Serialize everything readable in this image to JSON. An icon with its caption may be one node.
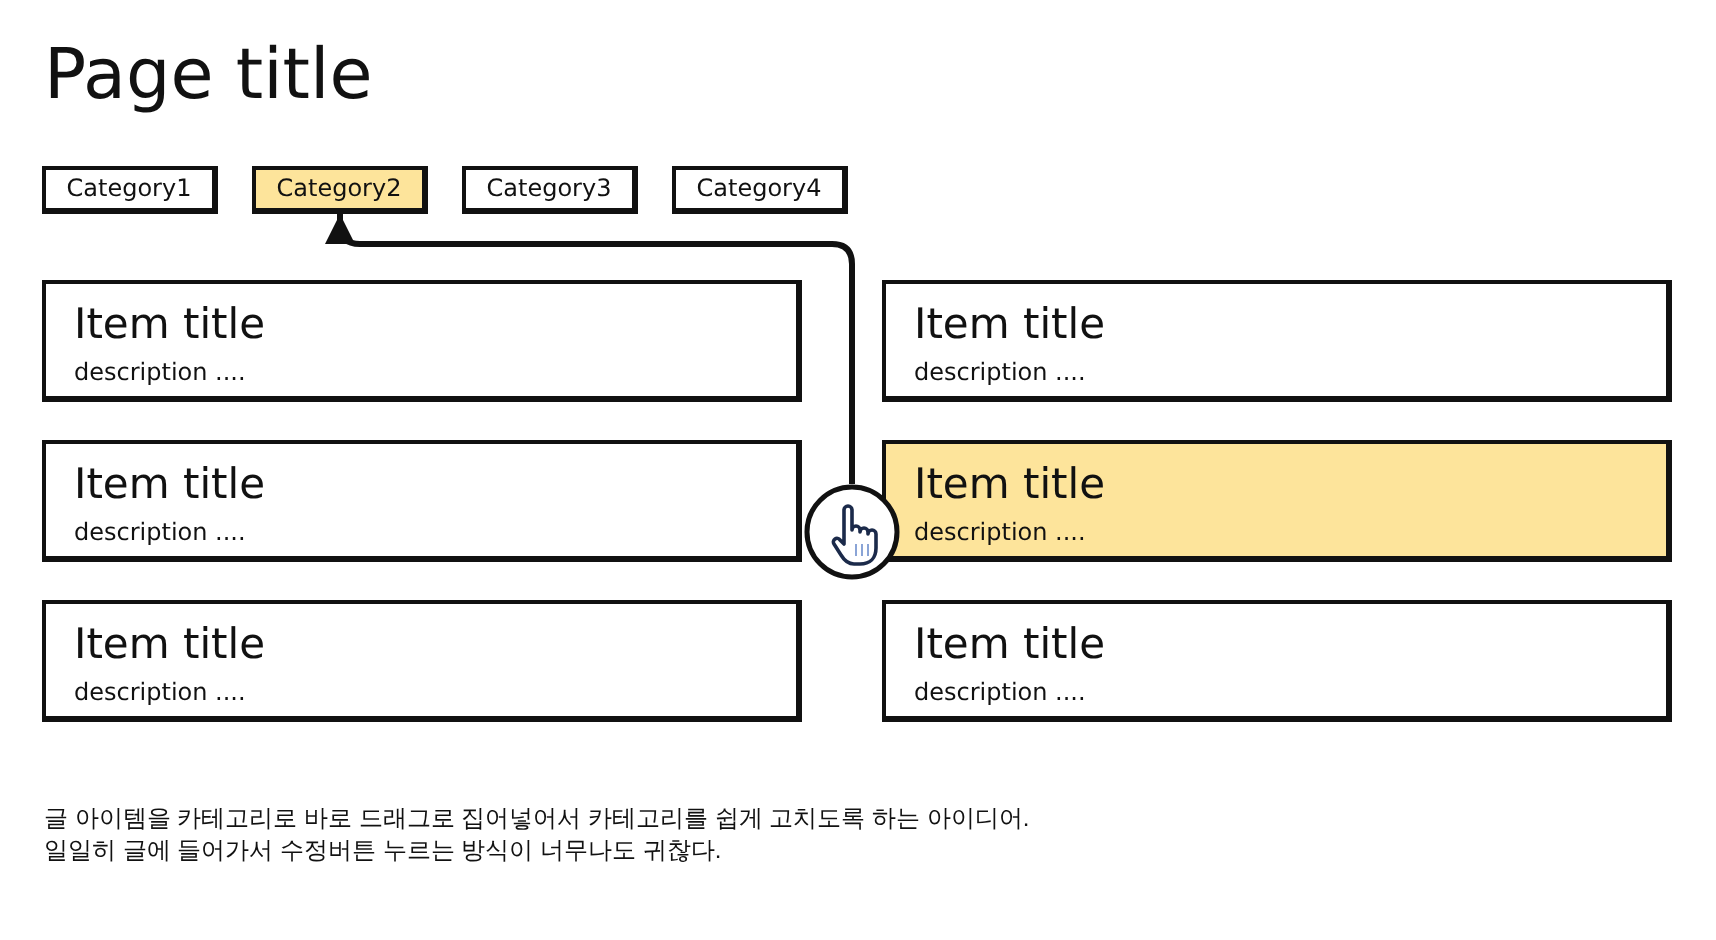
{
  "diagram": {
    "title": "Page title",
    "nodes": [
      {
        "text": [
          "Category1"
        ]
      },
      {
        "text": [
          "Category2"
        ]
      },
      {
        "text": [
          "Category3"
        ]
      },
      {
        "text": [
          "Category4"
        ]
      },
      {
        "text": [
          "Item title",
          "description ...."
        ]
      },
      {
        "text": [
          "Item title",
          "description ...."
        ]
      },
      {
        "text": [
          "Item title",
          "description ...."
        ]
      },
      {
        "text": [
          "Item title",
          "description ...."
        ]
      },
      {
        "text": [
          "Item title",
          "description ...."
        ]
      },
      {
        "text": [
          "Item title",
          "description ...."
        ]
      },
      {
        "text": [],
        "shape": "picture"
      }
    ],
    "edges": [
      {
        "from": 10,
        "to": 1,
        "arrow": "to"
      }
    ],
    "labels": [
      "글 아이템을 카테고리로 바로 드래그로 집어넣어서 카테고리를 쉽게 고치도록 하는 아이디어.",
      "일일히 글에 들어가서 수정버튼 누르는 방식이 너무나도 귀찮다."
    ]
  }
}
